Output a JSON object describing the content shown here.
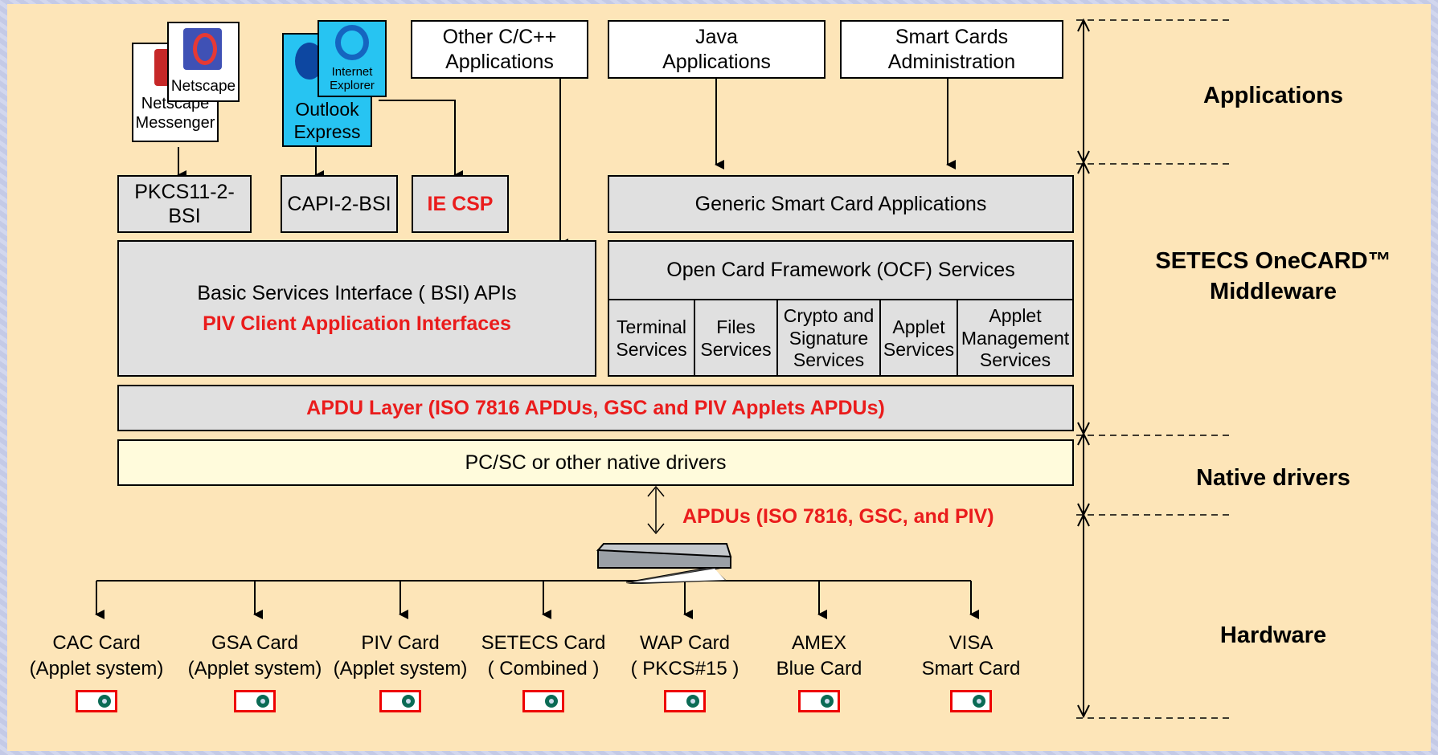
{
  "apps": {
    "other_cpp": "Other C/C++\nApplications",
    "java": "Java\nApplications",
    "smart_cards_admin": "Smart Cards\nAdministration",
    "netscape_label": "Netscape",
    "messenger_label": "Netscape\nMessenger",
    "outlook_label": "Outlook\nExpress",
    "ie_label": "Internet\nExplorer"
  },
  "middleware": {
    "pkcs": "PKCS11-2-BSI",
    "capi": "CAPI-2-BSI",
    "ie_csp": "IE CSP",
    "generic": "Generic Smart Card Applications",
    "bsi_title": "Basic Services Interface ( BSI) APIs",
    "piv_interfaces": "PIV Client Application Interfaces",
    "ocf_title": "Open Card Framework (OCF) Services",
    "ocf_services": [
      "Terminal\nServices",
      "Files\nServices",
      "Crypto and\nSignature\nServices",
      "Applet\nServices",
      "Applet\nManagement\nServices"
    ],
    "apdu_layer": "APDU Layer (ISO 7816 APDUs, GSC and PIV Applets APDUs)"
  },
  "drivers": {
    "native": "PC/SC or other native drivers",
    "apdus": "APDUs (ISO 7816, GSC, and PIV)"
  },
  "layers": {
    "applications": "Applications",
    "middleware": "SETECS OneCARD™\nMiddleware",
    "native_drivers": "Native drivers",
    "hardware": "Hardware"
  },
  "cards": [
    {
      "line1": "CAC Card",
      "line2": "(Applet system)"
    },
    {
      "line1": "GSA Card",
      "line2": "(Applet system)"
    },
    {
      "line1": "PIV Card",
      "line2": "(Applet system)"
    },
    {
      "line1": "SETECS Card",
      "line2": "( Combined )"
    },
    {
      "line1": "WAP Card",
      "line2": "( PKCS#15 )"
    },
    {
      "line1": "AMEX",
      "line2": "Blue Card"
    },
    {
      "line1": "VISA",
      "line2": "Smart Card"
    }
  ],
  "colors": {
    "background": "#fde5b8",
    "accent_red": "#ea1c1c",
    "box_gray": "#e0e0e0"
  }
}
